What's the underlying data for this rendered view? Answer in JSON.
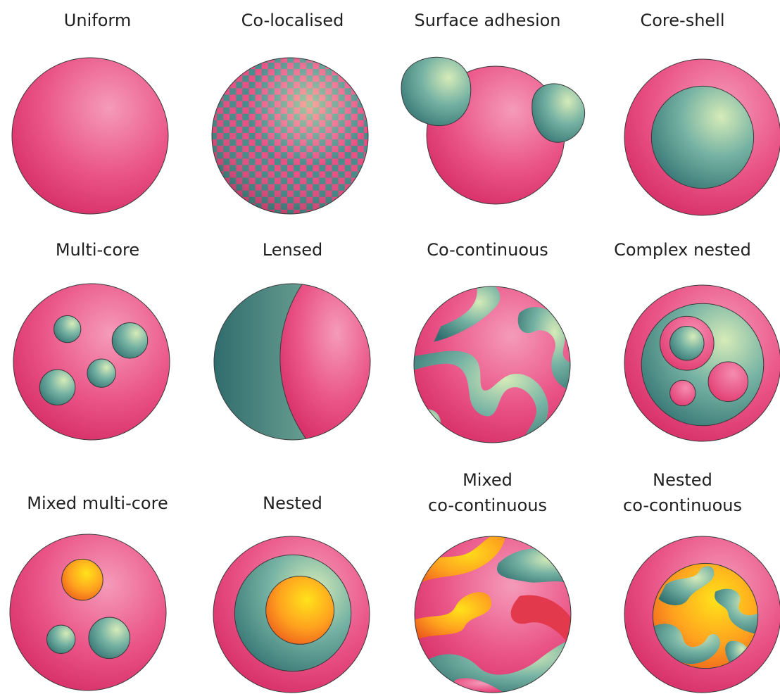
{
  "colors": {
    "pink": "#e3356f",
    "pink_light": "#f07aa0",
    "teal": "#3f8b88",
    "teal_light": "#cfe5b5",
    "orange": "#f3761f",
    "yellow": "#ffd21a",
    "outline": "#3a3a3a"
  },
  "morphologies": [
    {
      "label": "Uniform",
      "icon": "uniform-sphere"
    },
    {
      "label": "Co-localised",
      "icon": "checkerboard-sphere"
    },
    {
      "label": "Surface adhesion",
      "icon": "surface-adhesion-sphere"
    },
    {
      "label": "Core-shell",
      "icon": "core-shell-sphere"
    },
    {
      "label": "Multi-core",
      "icon": "multi-core-sphere"
    },
    {
      "label": "Lensed",
      "icon": "lensed-sphere"
    },
    {
      "label": "Co-continuous",
      "icon": "co-continuous-sphere"
    },
    {
      "label": "Complex nested",
      "icon": "complex-nested-sphere"
    },
    {
      "label": "Mixed multi-core",
      "icon": "mixed-multi-core-sphere"
    },
    {
      "label": "Nested",
      "icon": "nested-sphere"
    },
    {
      "label_lines": [
        "Mixed",
        "co-continuous"
      ],
      "icon": "mixed-co-continuous-sphere"
    },
    {
      "label_lines": [
        "Nested",
        "co-continuous"
      ],
      "icon": "nested-co-continuous-sphere"
    }
  ]
}
